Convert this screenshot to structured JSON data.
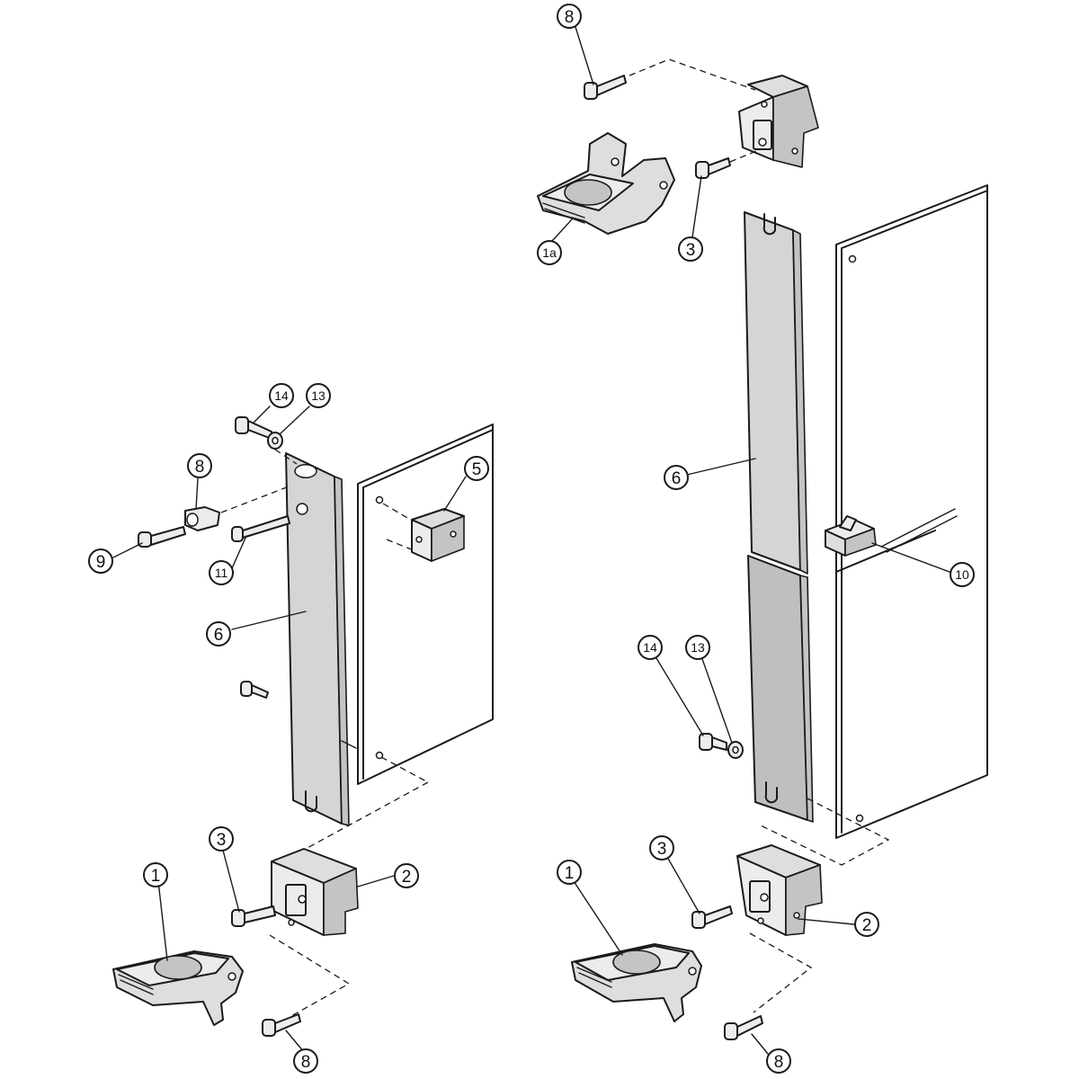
{
  "callouts": {
    "left": {
      "c14": "14",
      "c13": "13",
      "c8_top": "8",
      "c9": "9",
      "c11": "11",
      "c5": "5",
      "c6": "6",
      "c3": "3",
      "c2": "2",
      "c1": "1",
      "c8_bottom": "8"
    },
    "right": {
      "c8_top": "8",
      "c1a": "1a",
      "c3_top": "3",
      "c6": "6",
      "c10": "10",
      "c14": "14",
      "c13": "13",
      "c3_bottom": "3",
      "c1": "1",
      "c2": "2",
      "c8_bottom": "8"
    }
  }
}
